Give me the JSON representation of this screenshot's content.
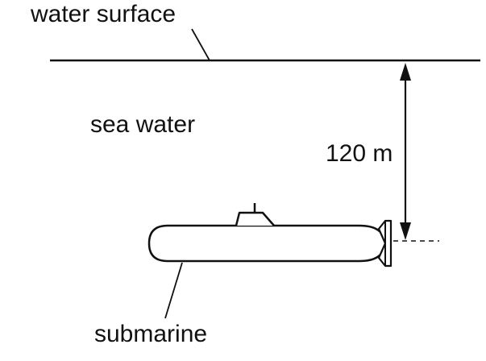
{
  "labels": {
    "water_surface": "water surface",
    "sea_water": "sea water",
    "depth": "120 m",
    "submarine": "submarine"
  }
}
